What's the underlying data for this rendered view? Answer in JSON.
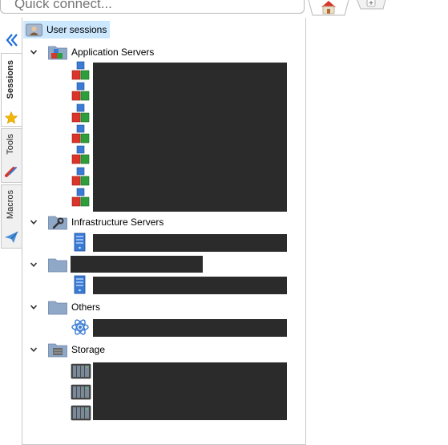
{
  "topbar": {
    "quick_connect_placeholder": "Quick connect..."
  },
  "side_tabs": [
    {
      "label": "Sessions"
    },
    {
      "label": "Tools"
    },
    {
      "label": "Macros"
    }
  ],
  "tree": {
    "root": {
      "label": "User sessions"
    },
    "groups": [
      {
        "label": "Application Servers",
        "icon": "app-servers-icon",
        "children": 7
      },
      {
        "label": "Infrastructure Servers",
        "icon": "wrench-folder-icon",
        "children": 1
      },
      {
        "label": "",
        "icon": "folder-icon",
        "children": 1
      },
      {
        "label": "Others",
        "icon": "folder-icon",
        "children": 1
      },
      {
        "label": "Storage",
        "icon": "storage-folder-icon",
        "children": 3
      }
    ]
  },
  "colors": {
    "accent": "#1e6fd9",
    "redaction": "#2b2b2b",
    "selection": "#cce8ff"
  }
}
